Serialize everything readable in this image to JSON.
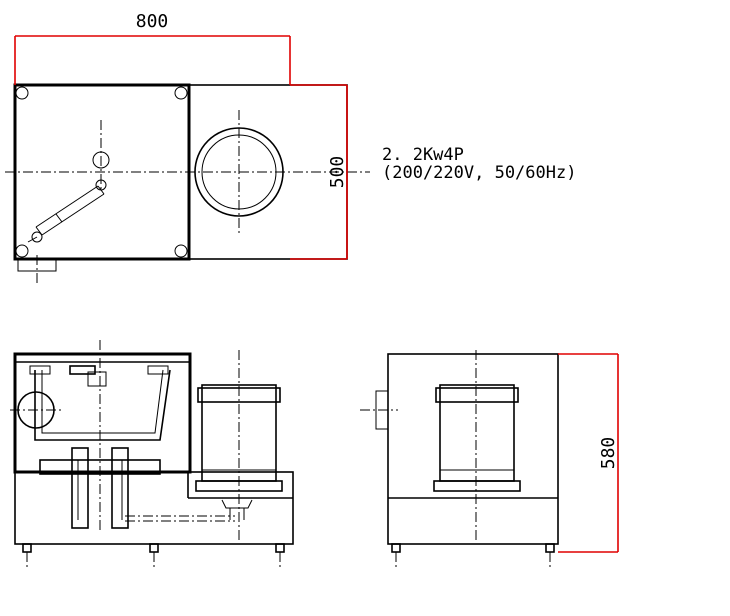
{
  "dimensions": {
    "top_width": "800",
    "top_depth": "500",
    "side_height": "580"
  },
  "motor_note": {
    "line1": "2. 2Kw4P",
    "line2": "(200/220V, 50/60Hz)"
  },
  "colors": {
    "dimension_line": "#e00000",
    "outline": "#000000"
  }
}
